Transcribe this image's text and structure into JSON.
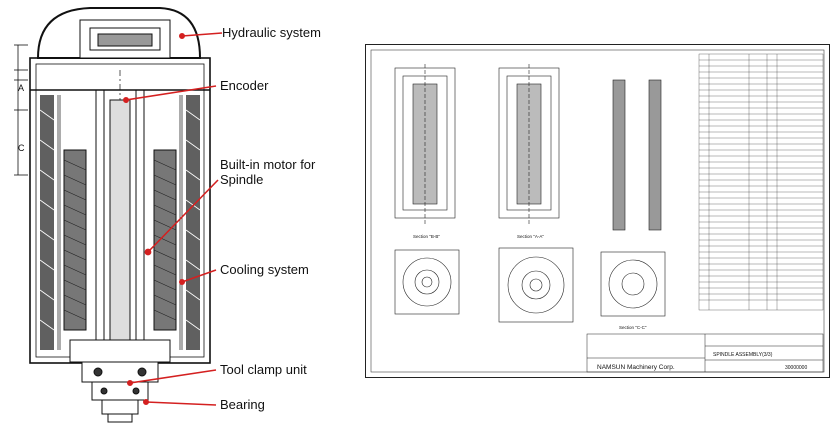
{
  "left_figure": {
    "labels": {
      "hydraulic": "Hydraulic system",
      "encoder": "Encoder",
      "motor": "Built-in motor for Spindle",
      "cooling": "Cooling system",
      "clamp": "Tool clamp unit",
      "bearing": "Bearing"
    },
    "dimension_marks": [
      "A",
      "C"
    ],
    "callout_color": "#d42020"
  },
  "right_figure": {
    "section_labels": [
      "Section \"B-B\"",
      "Section \"A-A\"",
      "Section \"C-C\""
    ],
    "title_block": {
      "company": "NAMSUN Machinery Corp.",
      "drawing_title": "SPINDLE ASSEMBLY(3/3)",
      "drawing_number": "30000000"
    }
  }
}
